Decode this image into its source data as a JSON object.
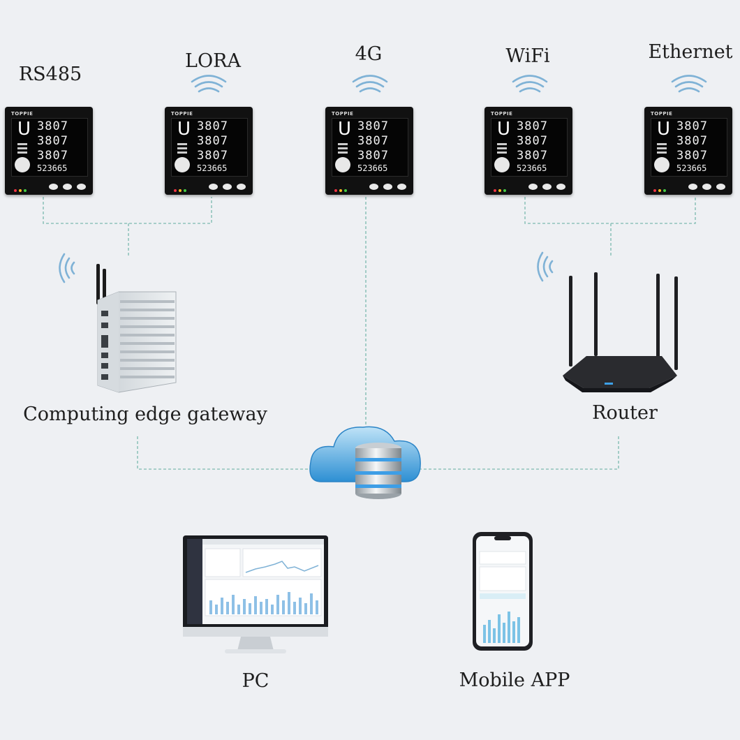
{
  "labels": {
    "rs485": "RS485",
    "lora": "LORA",
    "g4": "4G",
    "wifi": "WiFi",
    "ethernet": "Ethernet",
    "gateway": "Computing edge gateway",
    "router": "Router",
    "pc": "PC",
    "mobile": "Mobile APP"
  },
  "meter": {
    "brand": "TOPPIE",
    "big_char": "U",
    "line1": "3807",
    "line2": "3807",
    "line3": "3807",
    "line4": "523665"
  },
  "colors": {
    "background": "#eef0f3",
    "connector": "#8fc3bb",
    "signal": "#7fb2d6",
    "cloud": "#4aa3df",
    "meter_body": "#111111"
  },
  "icons": [
    "wifi-signal-icon",
    "cloud-database-icon",
    "antenna-icon"
  ]
}
